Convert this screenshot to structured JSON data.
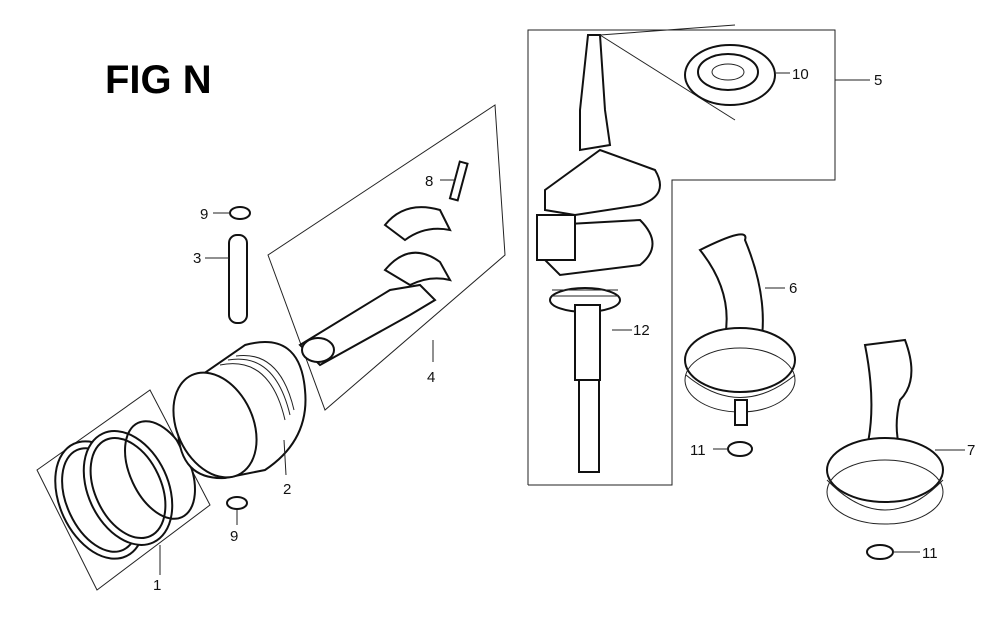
{
  "title": "FIG N",
  "labels": {
    "ring_set": "1",
    "piston": "2",
    "piston_pin": "3",
    "conrod": "4",
    "crankshaft_assy": "5",
    "balancer_6": "6",
    "balancer_7": "7",
    "conrod_bolt": "8",
    "clip_top": "9",
    "clip_bottom": "9",
    "bearing": "10",
    "washer_6": "11",
    "washer_7": "11",
    "crankshaft": "12"
  }
}
